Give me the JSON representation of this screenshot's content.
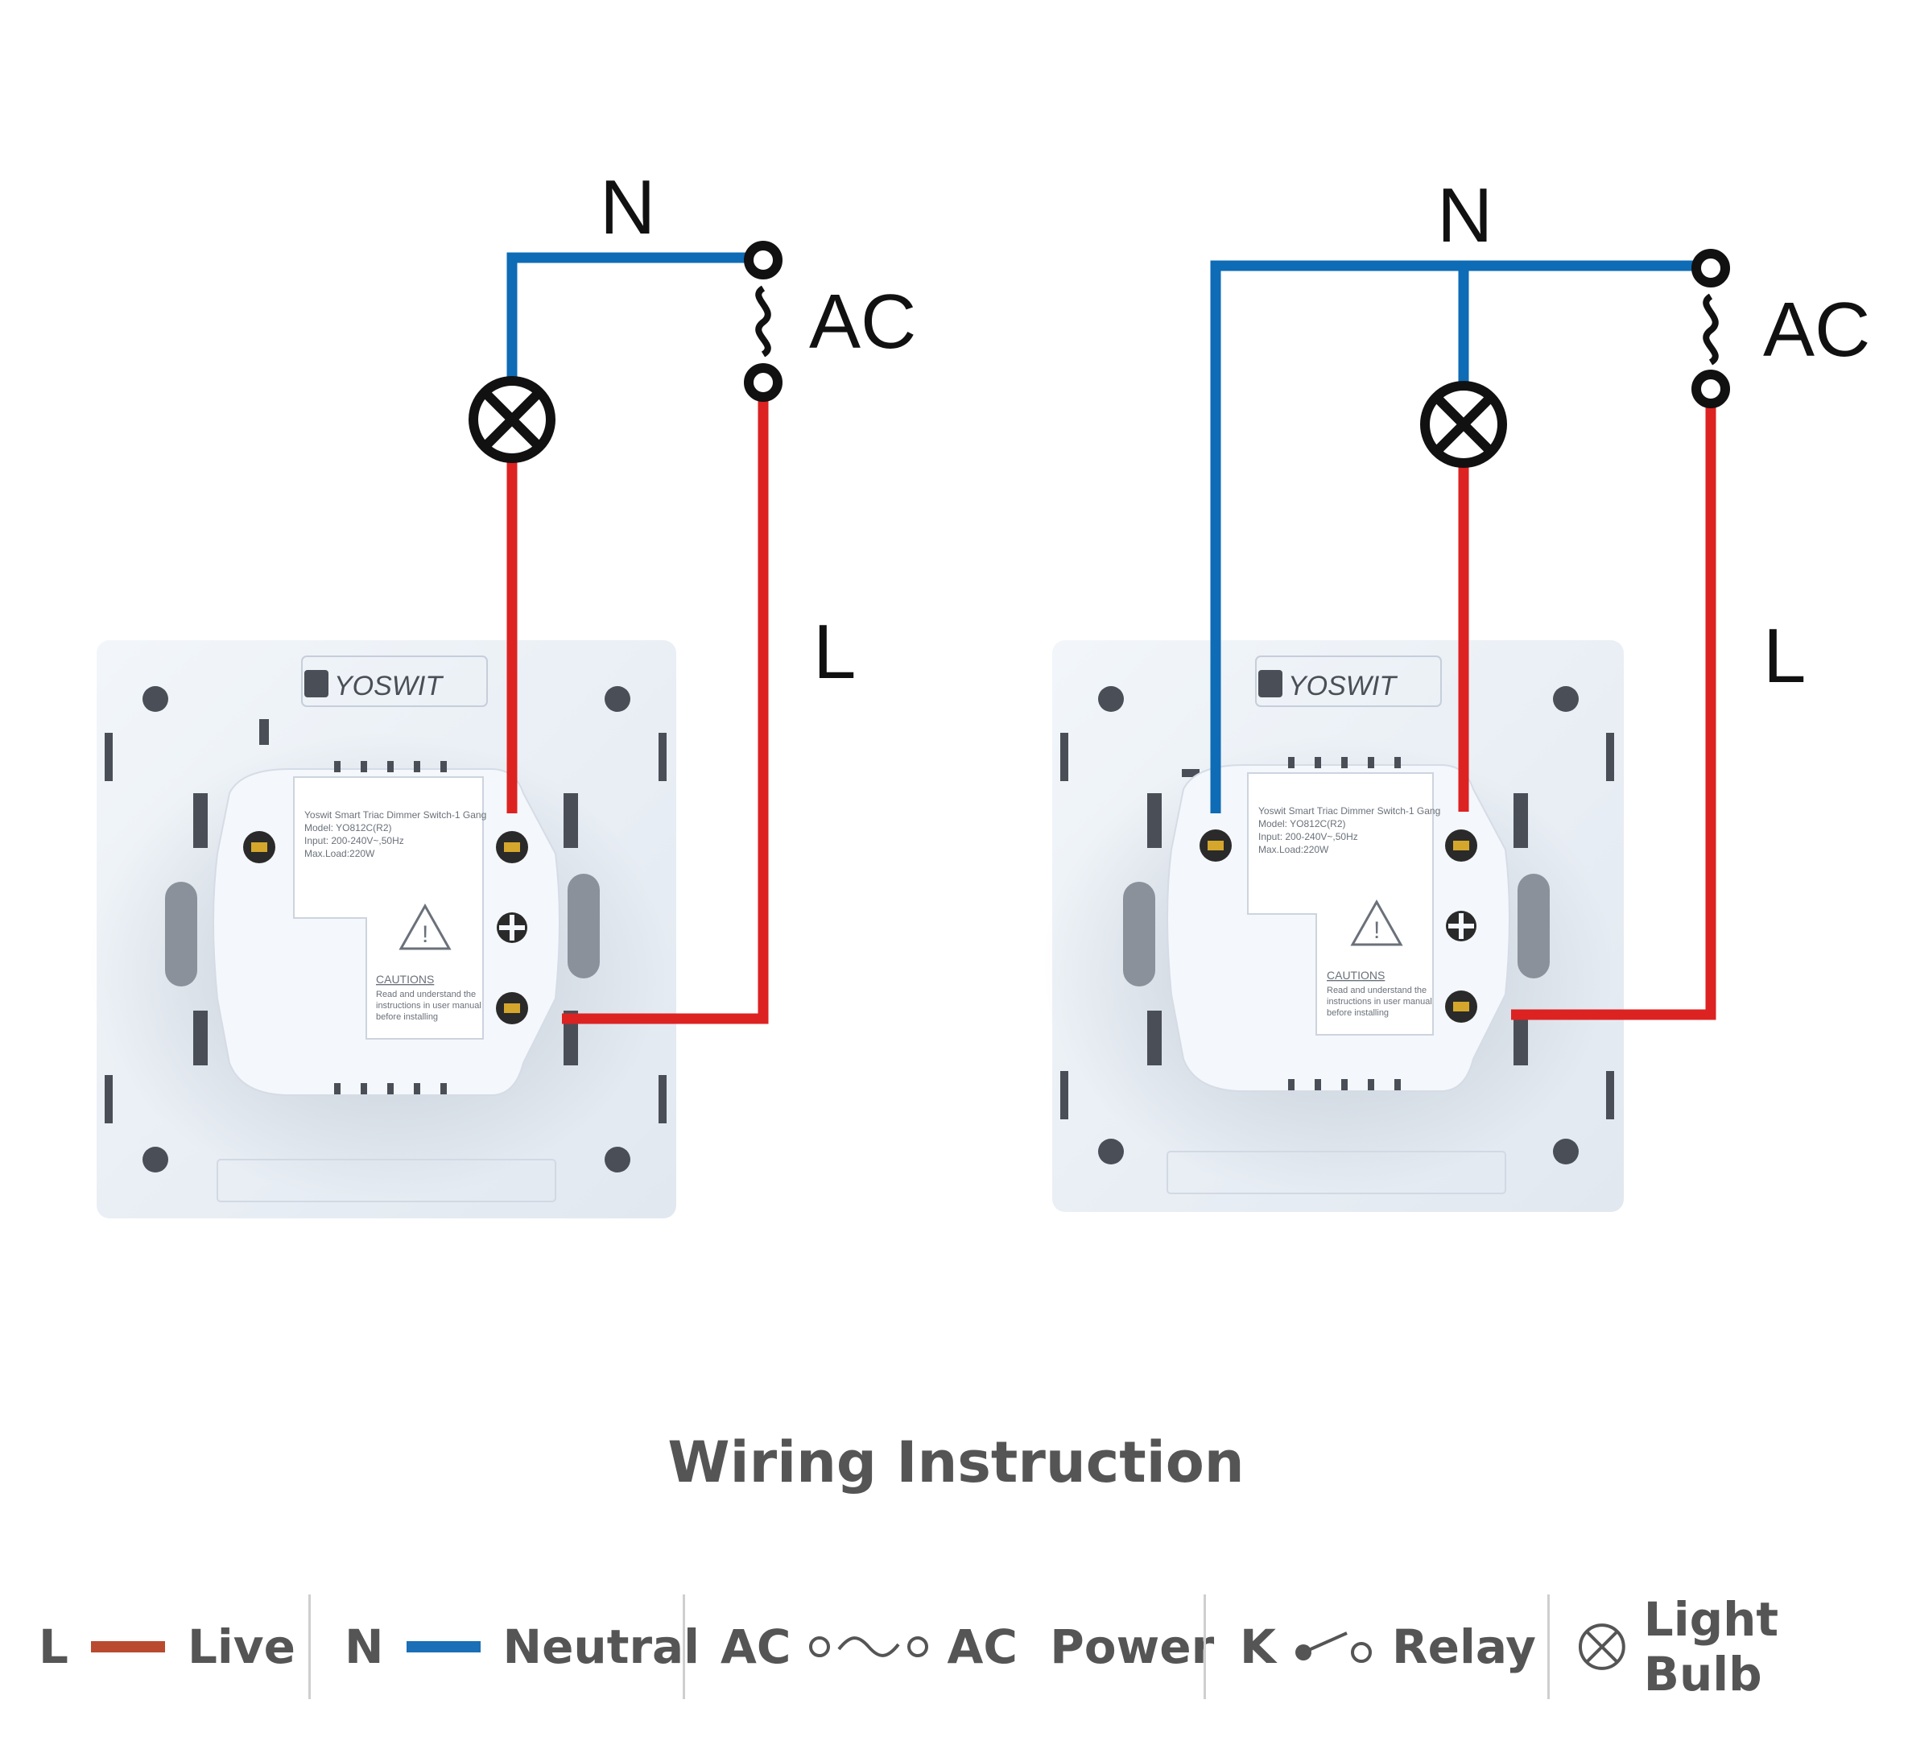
{
  "colors": {
    "neutral_wire": "#0e6bb5",
    "live_wire": "#dd2222",
    "legend_live": "#b94a30",
    "legend_neutral": "#1a6fb6",
    "panel": "#e8eef5",
    "text_gray": "#555555"
  },
  "diagrams": [
    {
      "neutral_label": "N",
      "ac_label": "AC",
      "live_label": "L",
      "brand": "YOSWIT",
      "device_text": {
        "line1": "Yoswit Smart Triac Dimmer Switch-1 Gang",
        "line2": "Model: YO812C(R2)",
        "line3": "Input: 200-240V~,50Hz",
        "line4": "Max.Load:220W",
        "caution_title": "CAUTIONS",
        "caution1": "Read and understand the",
        "caution2": "instructions in user manual",
        "caution3": "before installing"
      }
    },
    {
      "neutral_label": "N",
      "ac_label": "AC",
      "live_label": "L",
      "brand": "YOSWIT",
      "device_text": {
        "line1": "Yoswit Smart Triac Dimmer Switch-1 Gang",
        "line2": "Model: YO812C(R2)",
        "line3": "Input: 200-240V~,50Hz",
        "line4": "Max.Load:220W",
        "caution_title": "CAUTIONS",
        "caution1": "Read and understand the",
        "caution2": "instructions in user manual",
        "caution3": "before installing"
      }
    }
  ],
  "caption": "Wiring Instruction",
  "legend": {
    "live": {
      "symbol": "L",
      "label": "Live"
    },
    "neutral": {
      "symbol": "N",
      "label": "Neutral"
    },
    "ac": {
      "symbol": "AC",
      "label": "AC  Power"
    },
    "relay": {
      "symbol": "K",
      "label": "Relay"
    },
    "bulb": {
      "label": "Light Bulb"
    }
  }
}
